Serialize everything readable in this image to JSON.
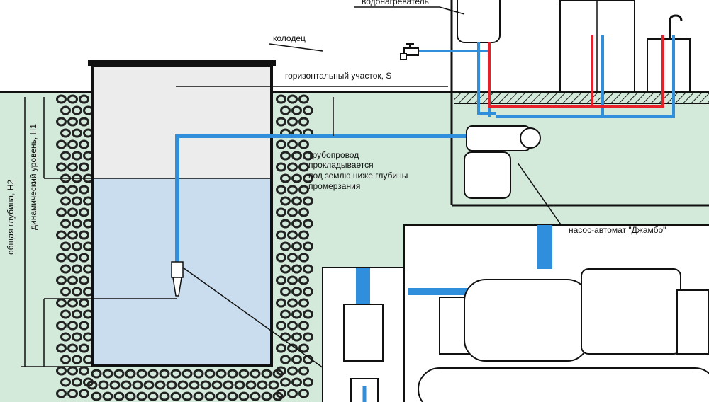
{
  "labels": {
    "water_heater": "водонагреватель",
    "well": "колодец",
    "horizontal_section": "горизонтальный участок, S",
    "pipeline_note": [
      "трубопровод",
      "прокладывается",
      "под землю ниже глубины",
      "промерзания"
    ],
    "pump": "насос-автомат \"Джамбо\"",
    "total_depth": "общая глубина, H2",
    "dynamic_level": "динамический уровень, H1"
  },
  "colors": {
    "ground": "#d3e9da",
    "water": "#c9ddef",
    "pipe": "#2f8fdc",
    "hot_pipe": "#e8202a",
    "well_air": "#ececec"
  }
}
